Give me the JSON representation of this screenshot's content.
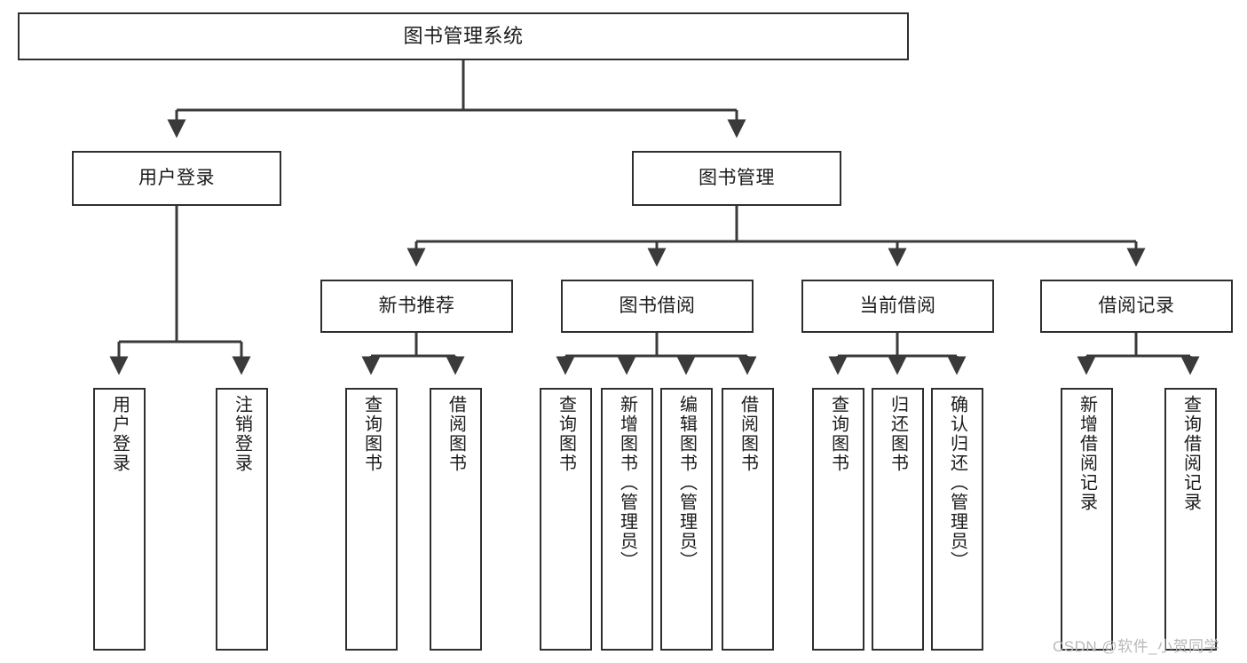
{
  "diagram": {
    "title": "图书管理系统",
    "type": "hierarchy-tree",
    "watermark": "CSDN @软件_小贺同学",
    "colors": {
      "box_border": "#2f2f2f",
      "box_fill": "#ffffff",
      "connector": "#3a3a3a",
      "text": "#1b1b1b",
      "watermark": "#b9b9b9"
    },
    "levels": {
      "level1": [
        {
          "id": "root",
          "label": "图书管理系统"
        }
      ],
      "level2": [
        {
          "id": "user-login",
          "label": "用户登录"
        },
        {
          "id": "book-management",
          "label": "图书管理"
        }
      ],
      "level3": [
        {
          "id": "new-book-recommend",
          "label": "新书推荐"
        },
        {
          "id": "book-borrow",
          "label": "图书借阅"
        },
        {
          "id": "current-borrow",
          "label": "当前借阅"
        },
        {
          "id": "borrow-record",
          "label": "借阅记录"
        }
      ],
      "level4": [
        {
          "id": "leaf-user-login",
          "label": "用户登录",
          "parent": "user-login"
        },
        {
          "id": "leaf-logout-login",
          "label": "注销登录",
          "parent": "user-login"
        },
        {
          "id": "leaf-query-book-1",
          "label": "查询图书",
          "parent": "new-book-recommend"
        },
        {
          "id": "leaf-borrow-book-1",
          "label": "借阅图书",
          "parent": "new-book-recommend"
        },
        {
          "id": "leaf-query-book-2",
          "label": "查询图书",
          "parent": "book-borrow"
        },
        {
          "id": "leaf-add-book",
          "label": "新增图书（管理员）",
          "parent": "book-borrow"
        },
        {
          "id": "leaf-edit-book",
          "label": "编辑图书（管理员）",
          "parent": "book-borrow"
        },
        {
          "id": "leaf-borrow-book-2",
          "label": "借阅图书",
          "parent": "book-borrow"
        },
        {
          "id": "leaf-query-book-3",
          "label": "查询图书",
          "parent": "current-borrow"
        },
        {
          "id": "leaf-return-book",
          "label": "归还图书",
          "parent": "current-borrow"
        },
        {
          "id": "leaf-confirm-return",
          "label": "确认归还（管理员）",
          "parent": "current-borrow"
        },
        {
          "id": "leaf-add-record",
          "label": "新增借阅记录",
          "parent": "borrow-record"
        },
        {
          "id": "leaf-query-record",
          "label": "查询借阅记录",
          "parent": "borrow-record"
        }
      ]
    }
  }
}
